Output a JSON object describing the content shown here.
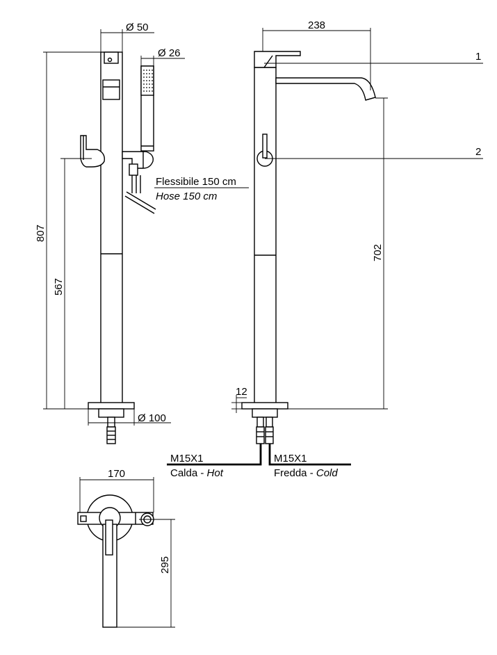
{
  "dimensions": {
    "spout_diameter": "Ø 50",
    "shower_diameter": "Ø 26",
    "base_diameter": "Ø 100",
    "total_height": "807",
    "handle_height": "567",
    "projection": "238",
    "spout_height": "702",
    "base_thickness": "12",
    "top_width": "170",
    "top_depth": "295"
  },
  "labels": {
    "hose_it": "Flessibile 150 cm",
    "hose_en": "Hose 150 cm",
    "thread_hot": "M15X1",
    "hot_it": "Calda - ",
    "hot_en": "Hot",
    "thread_cold": "M15X1",
    "cold_it": "Fredda - ",
    "cold_en": "Cold",
    "callout_1": "1",
    "callout_2": "2"
  }
}
